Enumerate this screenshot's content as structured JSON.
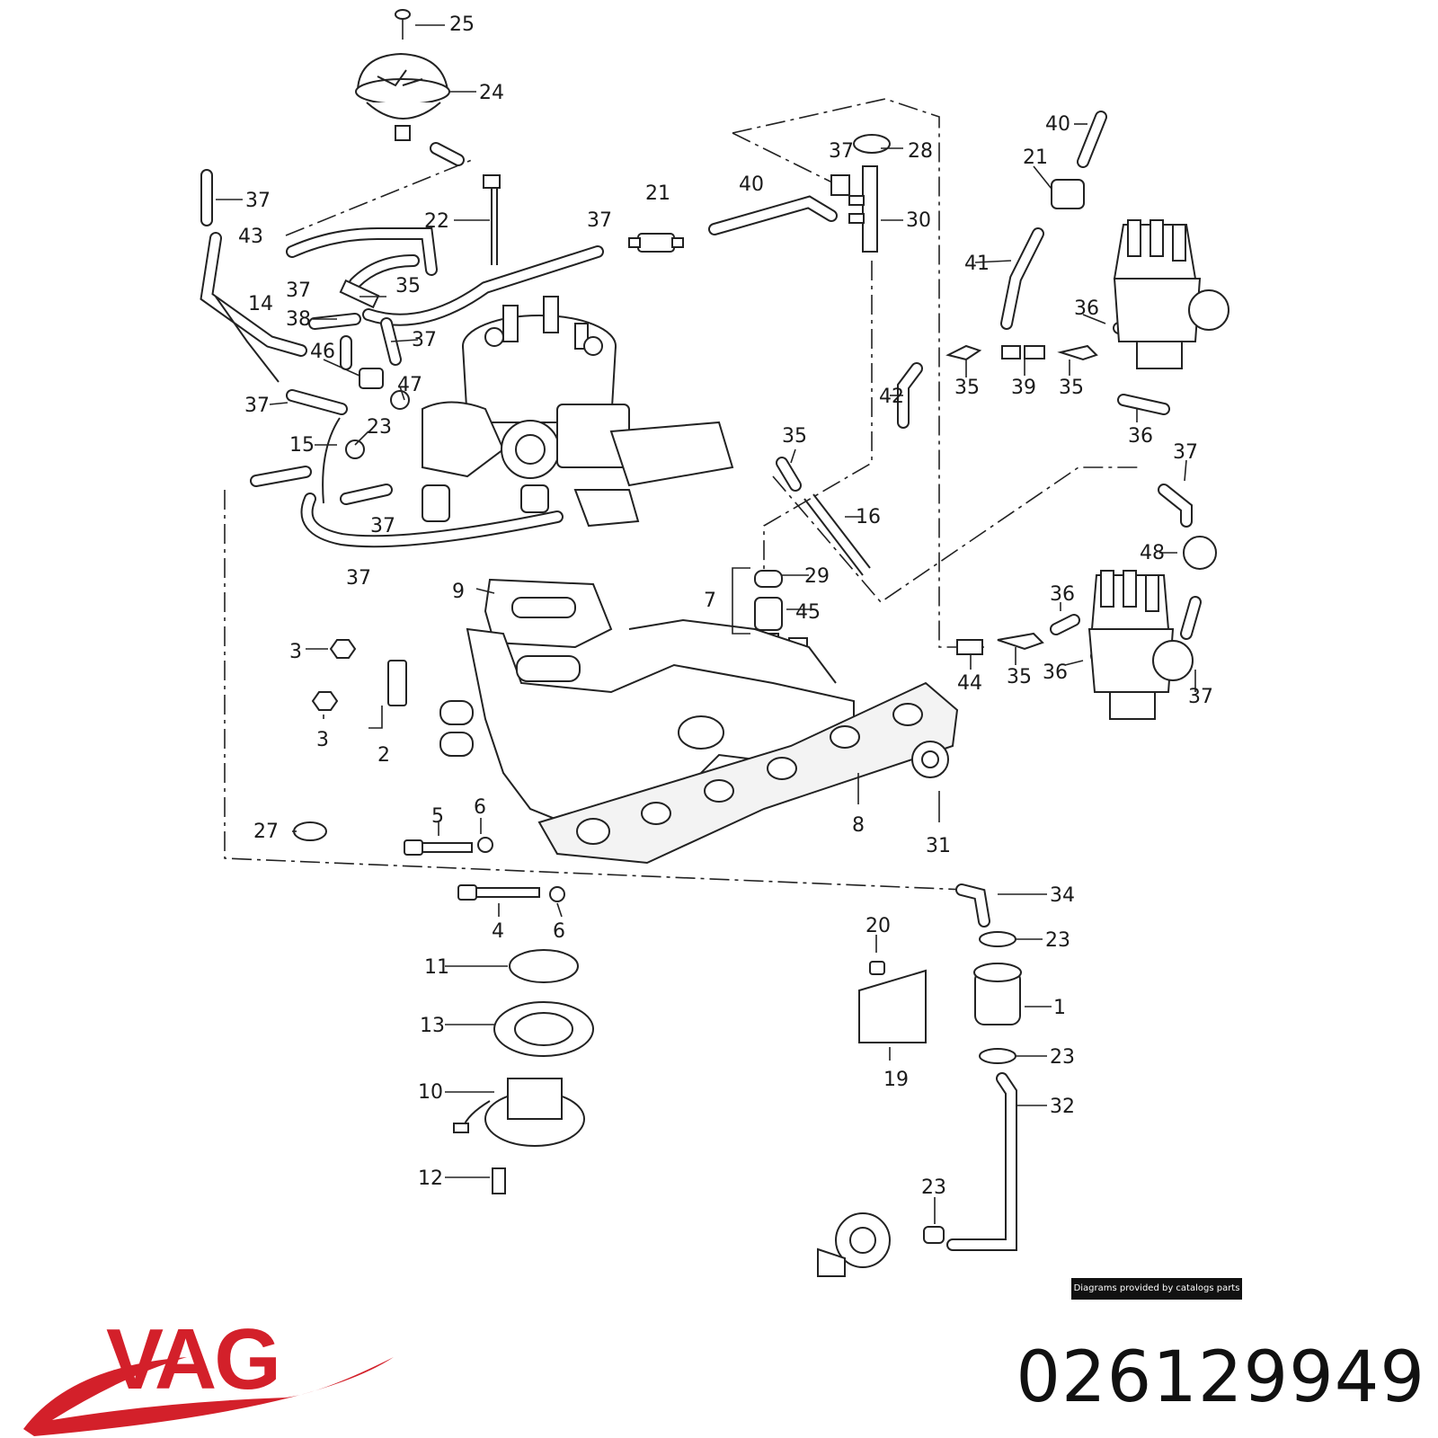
{
  "brand": {
    "name": "VAG",
    "color": "#d3202a"
  },
  "part_number": "026129949",
  "credit": "Diagrams provided by catalogs parts",
  "callouts": [
    {
      "id": "c25",
      "text": "25"
    },
    {
      "id": "c24",
      "text": "24"
    },
    {
      "id": "c37a",
      "text": "37"
    },
    {
      "id": "c28",
      "text": "28"
    },
    {
      "id": "c40a",
      "text": "40"
    },
    {
      "id": "c21a",
      "text": "21"
    },
    {
      "id": "c30",
      "text": "30"
    },
    {
      "id": "c40b",
      "text": "40"
    },
    {
      "id": "c21b",
      "text": "21"
    },
    {
      "id": "c37b",
      "text": "37"
    },
    {
      "id": "c22",
      "text": "22"
    },
    {
      "id": "c37c",
      "text": "37"
    },
    {
      "id": "c43",
      "text": "43"
    },
    {
      "id": "c14",
      "text": "14"
    },
    {
      "id": "c37d",
      "text": "37"
    },
    {
      "id": "c35a",
      "text": "35"
    },
    {
      "id": "c38",
      "text": "38"
    },
    {
      "id": "c37e",
      "text": "37"
    },
    {
      "id": "c46",
      "text": "46"
    },
    {
      "id": "c47",
      "text": "47"
    },
    {
      "id": "c37f",
      "text": "37"
    },
    {
      "id": "c23a",
      "text": "23"
    },
    {
      "id": "c15",
      "text": "15"
    },
    {
      "id": "c37g",
      "text": "37"
    },
    {
      "id": "c37h",
      "text": "37"
    },
    {
      "id": "c41",
      "text": "41"
    },
    {
      "id": "c36a",
      "text": "36"
    },
    {
      "id": "c42",
      "text": "42"
    },
    {
      "id": "c35b",
      "text": "35"
    },
    {
      "id": "c39",
      "text": "39"
    },
    {
      "id": "c35c",
      "text": "35"
    },
    {
      "id": "c36b",
      "text": "36"
    },
    {
      "id": "c35d",
      "text": "35"
    },
    {
      "id": "c37i",
      "text": "37"
    },
    {
      "id": "c16",
      "text": "16"
    },
    {
      "id": "c48",
      "text": "48"
    },
    {
      "id": "c29",
      "text": "29"
    },
    {
      "id": "c9",
      "text": "9"
    },
    {
      "id": "c7",
      "text": "7"
    },
    {
      "id": "c45",
      "text": "45"
    },
    {
      "id": "c36c",
      "text": "36"
    },
    {
      "id": "c3a",
      "text": "3"
    },
    {
      "id": "c44",
      "text": "44"
    },
    {
      "id": "c35e",
      "text": "35"
    },
    {
      "id": "c36d",
      "text": "36"
    },
    {
      "id": "c37j",
      "text": "37"
    },
    {
      "id": "c3b",
      "text": "3"
    },
    {
      "id": "c2",
      "text": "2"
    },
    {
      "id": "c8",
      "text": "8"
    },
    {
      "id": "c31",
      "text": "31"
    },
    {
      "id": "c5",
      "text": "5"
    },
    {
      "id": "c6a",
      "text": "6"
    },
    {
      "id": "c27",
      "text": "27"
    },
    {
      "id": "c34",
      "text": "34"
    },
    {
      "id": "c4",
      "text": "4"
    },
    {
      "id": "c6b",
      "text": "6"
    },
    {
      "id": "c20",
      "text": "20"
    },
    {
      "id": "c23b",
      "text": "23"
    },
    {
      "id": "c11",
      "text": "11"
    },
    {
      "id": "c1",
      "text": "1"
    },
    {
      "id": "c13",
      "text": "13"
    },
    {
      "id": "c23c",
      "text": "23"
    },
    {
      "id": "c19",
      "text": "19"
    },
    {
      "id": "c10",
      "text": "10"
    },
    {
      "id": "c32",
      "text": "32"
    },
    {
      "id": "c12",
      "text": "12"
    },
    {
      "id": "c23d",
      "text": "23"
    }
  ]
}
